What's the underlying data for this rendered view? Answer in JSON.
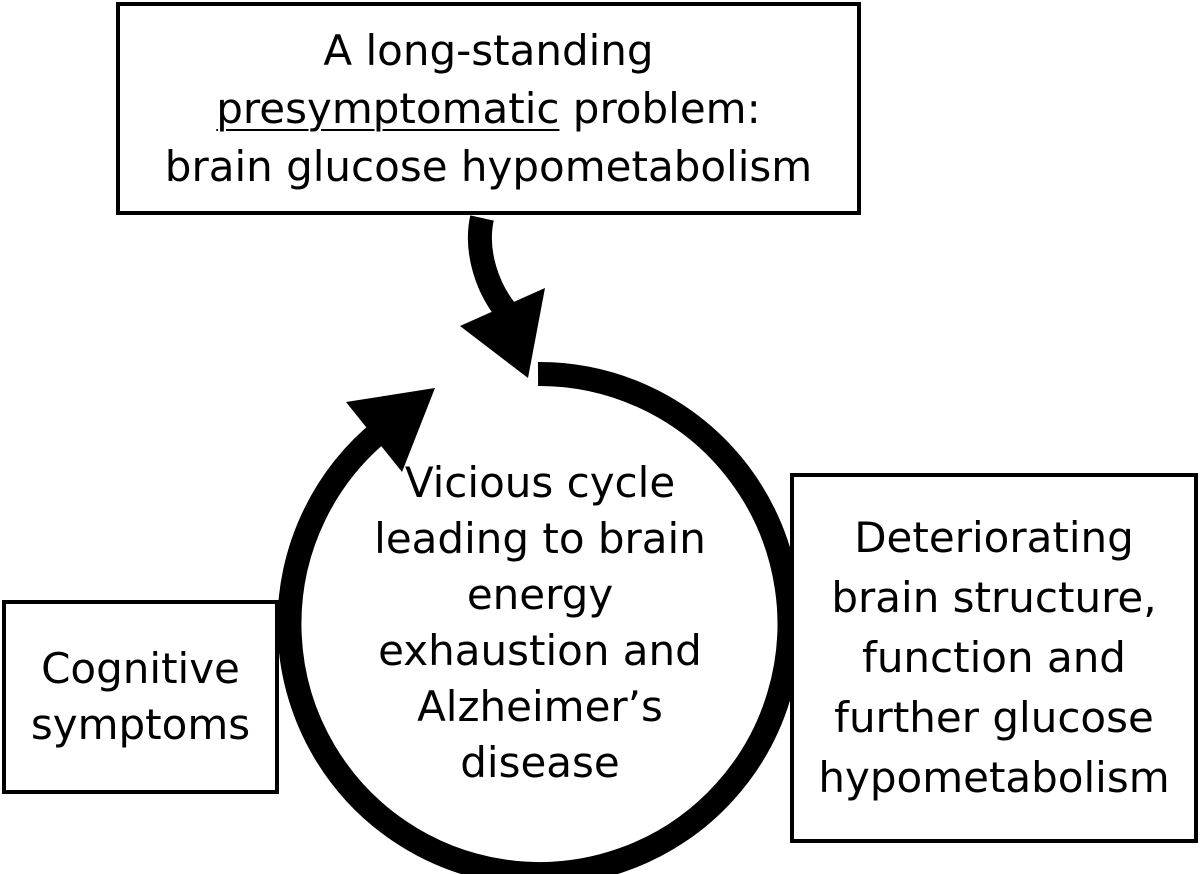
{
  "top_box": {
    "line1": "A long-standing",
    "line2_underlined": "presymptomatic",
    "line2_rest": " problem:",
    "line3": "brain glucose hypometabolism"
  },
  "left_box": {
    "line1": "Cognitive",
    "line2": "symptoms"
  },
  "right_box": {
    "line1": "Deteriorating",
    "line2": "brain structure,",
    "line3": "function and",
    "line4": "further glucose",
    "line5": "hypometabolism"
  },
  "center": {
    "line1": "Vicious cycle",
    "line2": "leading to brain",
    "line3": "energy",
    "line4": "exhaustion and",
    "line5": "Alzheimer’s",
    "line6": "disease"
  },
  "colors": {
    "stroke": "#000000",
    "background": "#ffffff"
  }
}
